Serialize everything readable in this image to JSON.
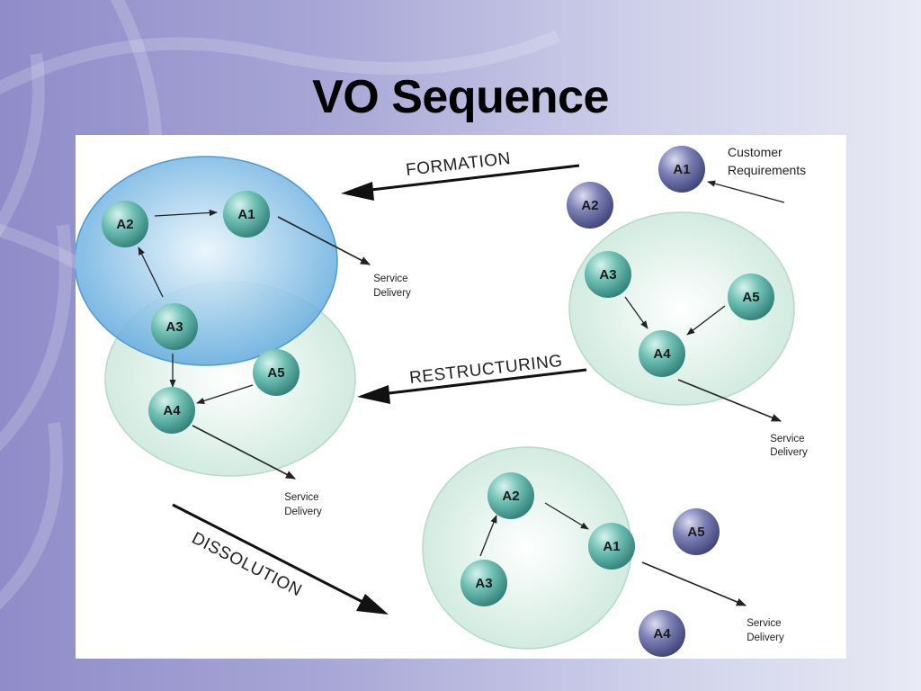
{
  "slide": {
    "title": "VO Sequence"
  },
  "diagram": {
    "stages": {
      "formation": "FORMATION",
      "restructuring": "RESTRUCTURING",
      "dissolution": "DISSOLUTION"
    },
    "customer_requirements": [
      "Customer",
      "Requirements"
    ],
    "service_delivery": [
      "Service",
      "Delivery"
    ],
    "nodes": {
      "a1": "A1",
      "a2": "A2",
      "a3": "A3",
      "a4": "A4",
      "a5": "A5"
    },
    "colors": {
      "member_node": "#5fb3a8",
      "idle_node": "#6f73a8",
      "vo_cluster": "#d7eee3",
      "formation_cluster": "#6aaee0"
    }
  }
}
